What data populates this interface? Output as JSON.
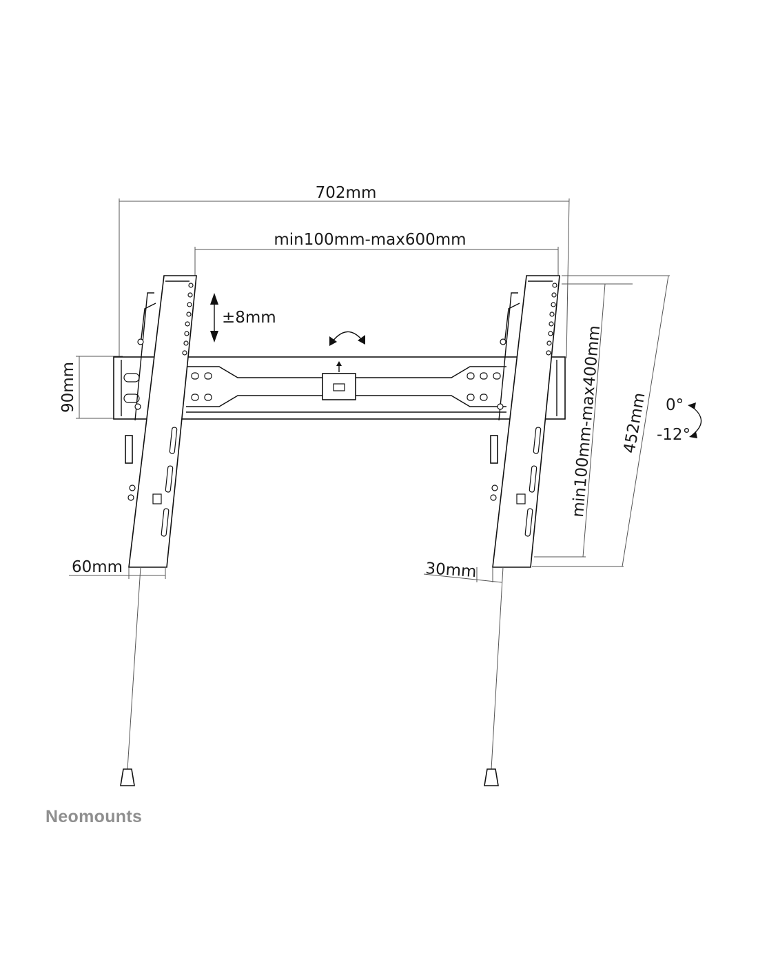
{
  "dimensions": {
    "overall_width": "702mm",
    "vesa_width": "min100mm-max600mm",
    "height_adjust": "±8mm",
    "plate_height": "90mm",
    "vesa_height": "min100mm-max400mm",
    "bracket_height": "452mm",
    "depth_min": "60mm",
    "depth_max": "30mm",
    "tilt_top": "0°",
    "tilt_bottom": "-12°"
  },
  "brand": {
    "name": "Neomounts"
  },
  "colors": {
    "line": "#111111",
    "dimension_line": "#555555",
    "brand": "#8f8f8f",
    "background": "#ffffff"
  }
}
